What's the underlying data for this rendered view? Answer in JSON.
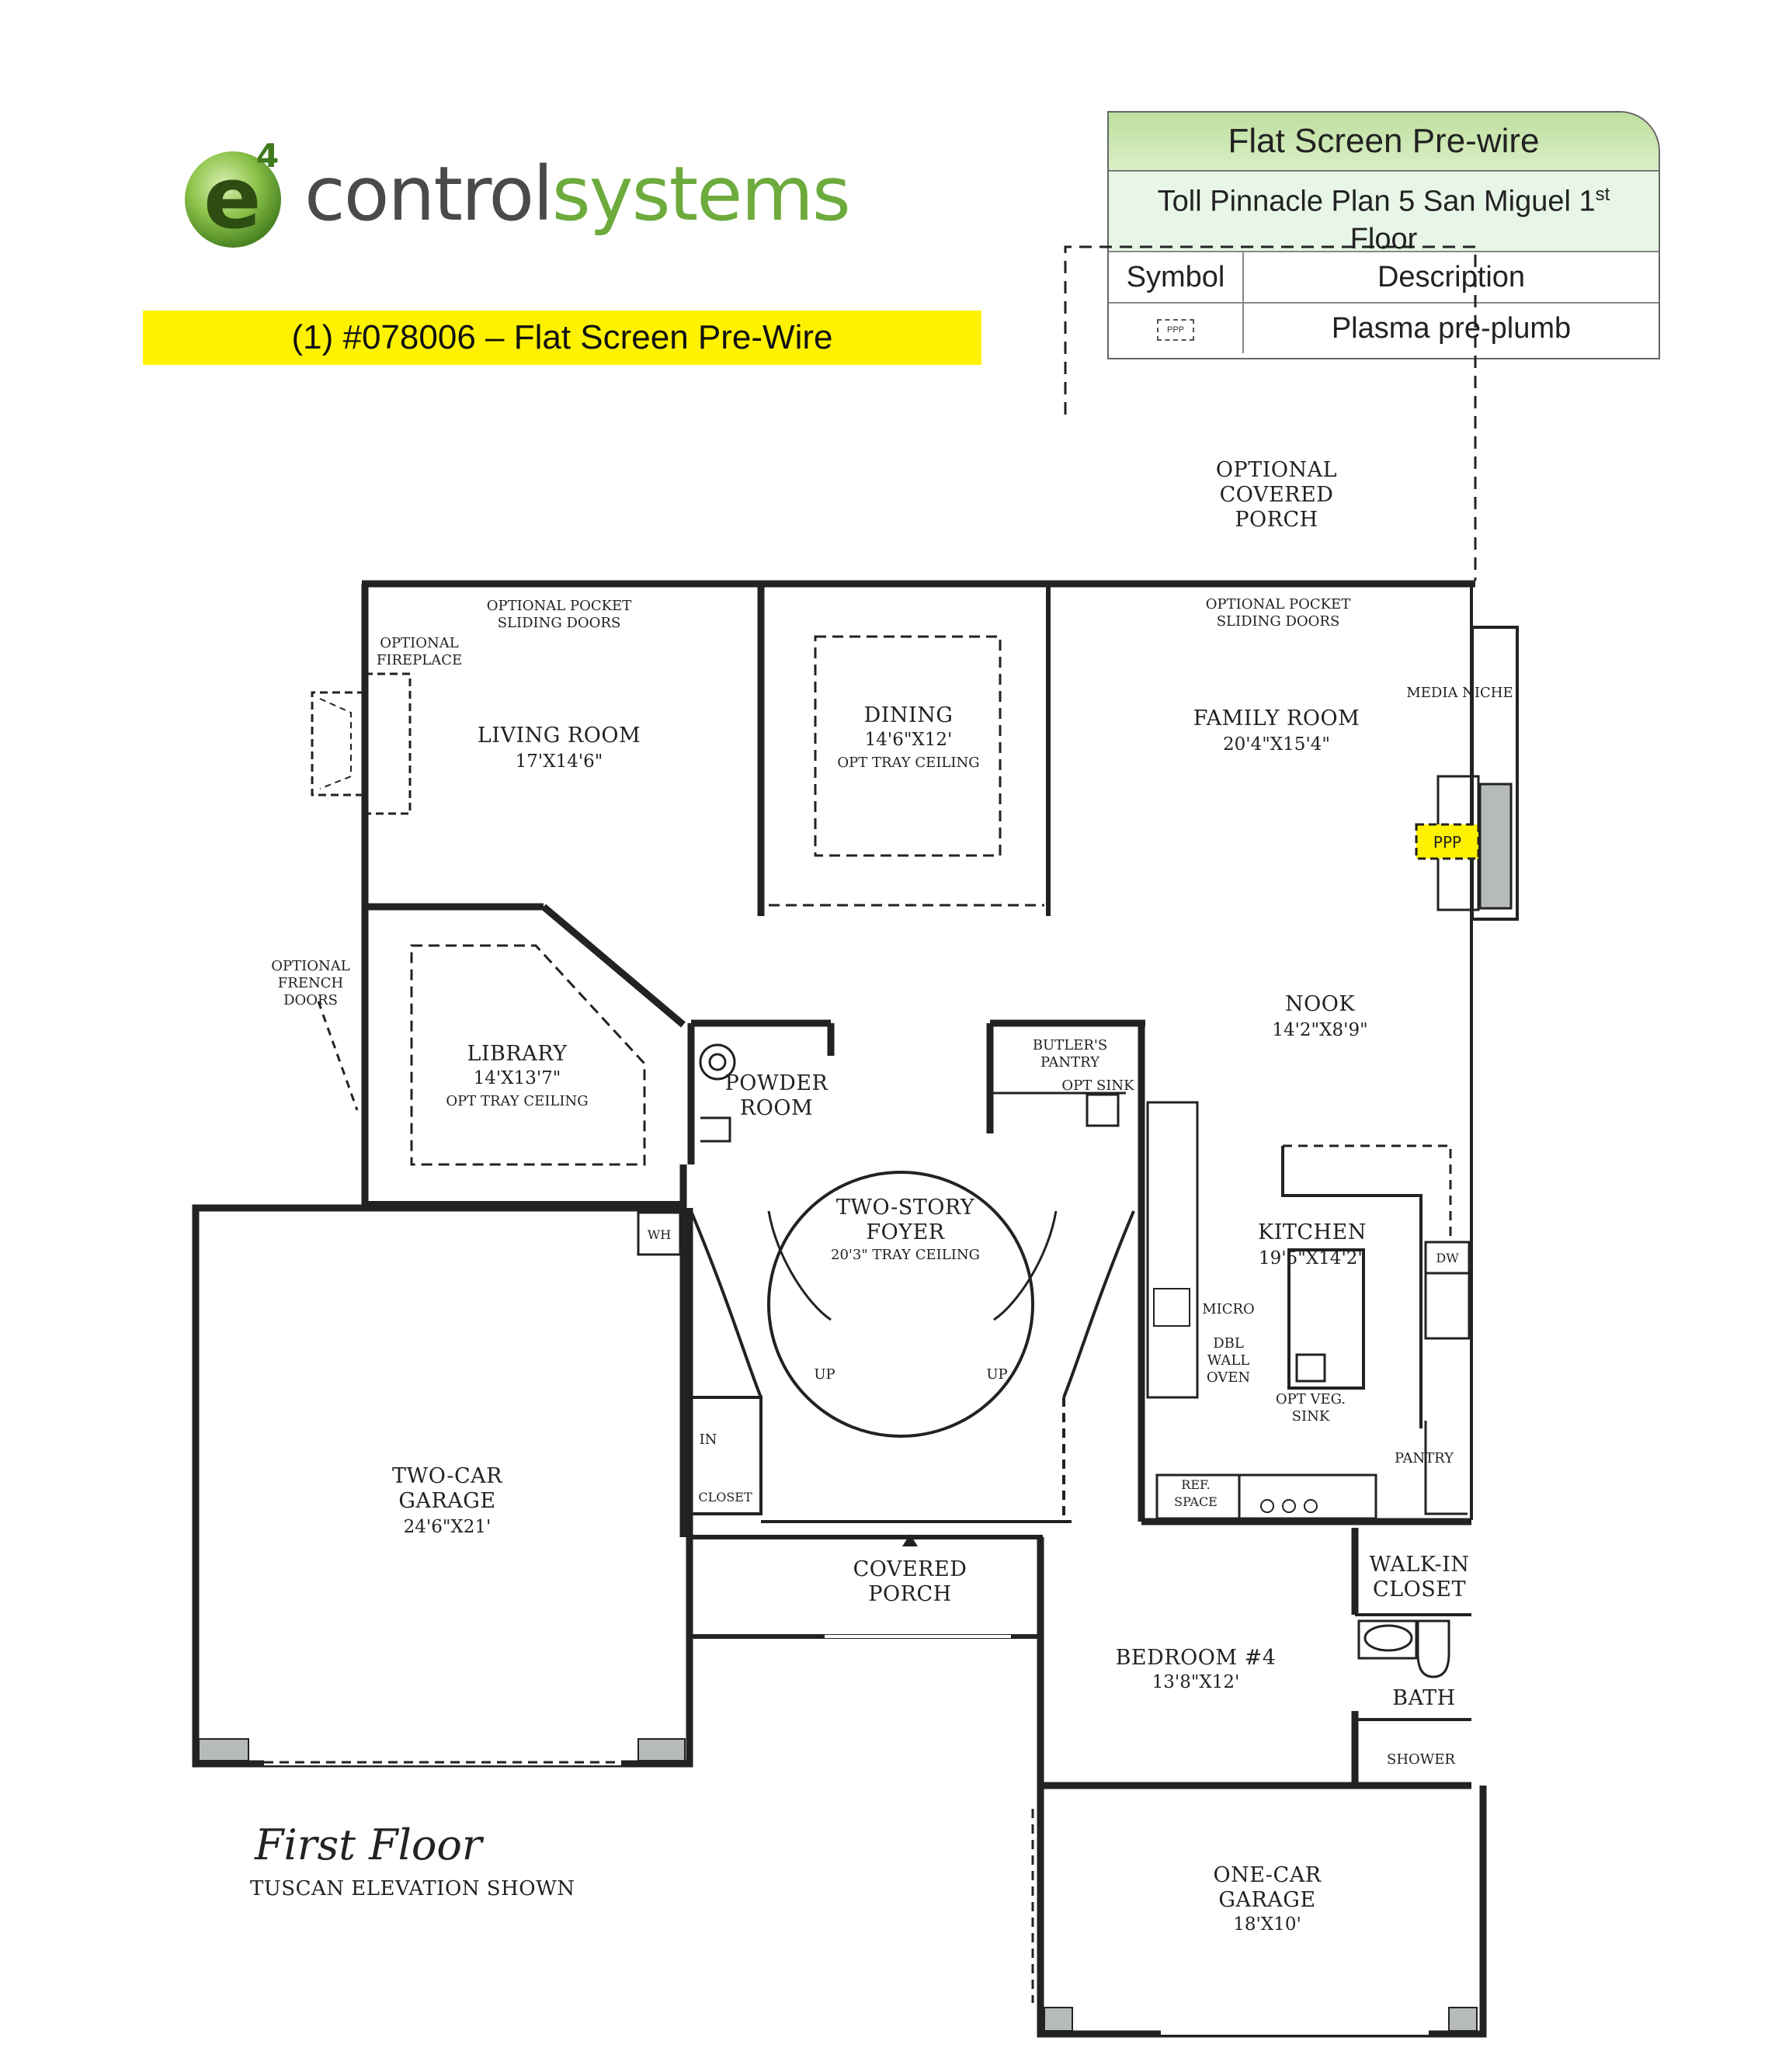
{
  "logo": {
    "brand_part1": "control",
    "brand_part2": "systems",
    "mark_letter": "e",
    "mark_superscript": "4",
    "colors": {
      "dark": "#4a4a4a",
      "green": "#6cab3c"
    }
  },
  "banner": {
    "text": "(1) #078006 – Flat Screen Pre-Wire",
    "color": "#fff200"
  },
  "legend": {
    "title": "Flat Screen Pre-wire",
    "subtitle_pre": "Toll Pinnacle Plan 5 San Miguel 1",
    "subtitle_sup": "st",
    "subtitle_post": "Floor",
    "header_symbol": "Symbol",
    "header_description": "Description",
    "row_symbol_text": "PPP",
    "row_description": "Plasma pre-plumb"
  },
  "rooms": {
    "optional_covered_porch": [
      "OPTIONAL",
      "COVERED",
      "PORCH"
    ],
    "opt_pocket_doors_left": [
      "OPTIONAL POCKET",
      "SLIDING DOORS"
    ],
    "opt_pocket_doors_right": [
      "OPTIONAL POCKET",
      "SLIDING DOORS"
    ],
    "optional_fireplace": [
      "OPTIONAL",
      "FIREPLACE"
    ],
    "living_room": {
      "name": "LIVING ROOM",
      "dims": "17'X14'6\""
    },
    "dining": {
      "name": "DINING",
      "dims": "14'6\"X12'",
      "note": "OPT TRAY CEILING"
    },
    "family_room": {
      "name": "FAMILY ROOM",
      "dims": "20'4\"X15'4\""
    },
    "media_niche": "MEDIA NICHE",
    "ppp_marker": "PPP",
    "optional_french_doors": [
      "OPTIONAL",
      "FRENCH",
      "DOORS"
    ],
    "library": {
      "name": "LIBRARY",
      "dims": "14'X13'7\"",
      "note": "OPT TRAY CEILING"
    },
    "powder_room": [
      "POWDER",
      "ROOM"
    ],
    "butlers_pantry": [
      "BUTLER'S",
      "PANTRY"
    ],
    "opt_sink": "OPT SINK",
    "nook": {
      "name": "NOOK",
      "dims": "14'2\"X8'9\""
    },
    "foyer": {
      "name1": "TWO-STORY",
      "name2": "FOYER",
      "note": "20'3\" TRAY CEILING"
    },
    "wh": "WH",
    "kitchen": {
      "name": "KITCHEN",
      "dims": "19'5\"X14'2\""
    },
    "dw": "DW",
    "micro": "MICRO",
    "dbl_wall_oven": [
      "DBL",
      "WALL",
      "OVEN"
    ],
    "opt_veg_sink": [
      "OPT VEG.",
      "SINK"
    ],
    "up_left": "UP",
    "up_right": "UP",
    "in_label": "IN",
    "closet": "CLOSET",
    "pantry": "PANTRY",
    "ref_space": [
      "REF.",
      "SPACE"
    ],
    "two_car_garage": {
      "name1": "TWO-CAR",
      "name2": "GARAGE",
      "dims": "24'6\"X21'"
    },
    "covered_porch": [
      "COVERED",
      "PORCH"
    ],
    "walk_in_closet": [
      "WALK-IN",
      "CLOSET"
    ],
    "bedroom4": {
      "name": "BEDROOM #4",
      "dims": "13'8\"X12'"
    },
    "bath": "BATH",
    "shower": "SHOWER",
    "one_car_garage": {
      "name1": "ONE-CAR",
      "name2": "GARAGE",
      "dims": "18'X10'"
    }
  },
  "footer": {
    "title": "First Floor",
    "subtitle": "TUSCAN ELEVATION SHOWN"
  }
}
